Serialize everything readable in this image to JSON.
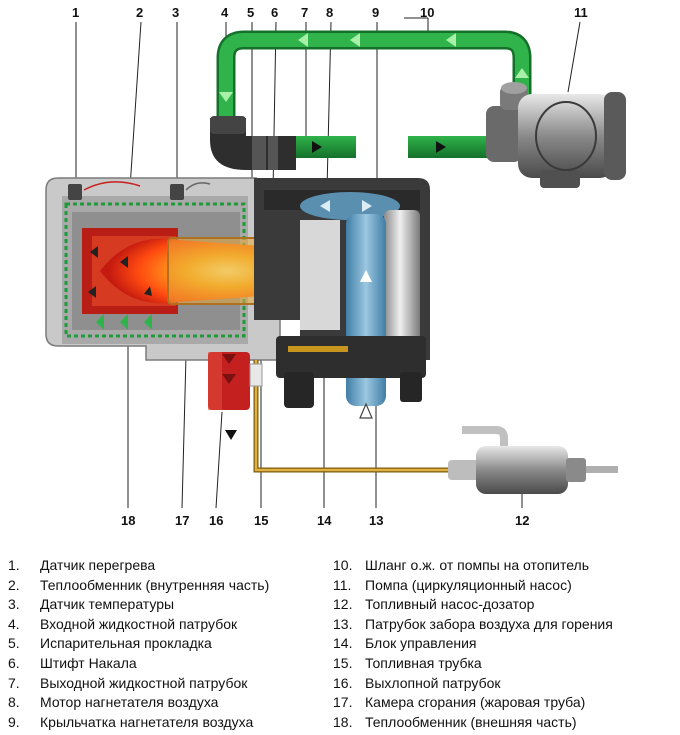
{
  "callouts": [
    "1",
    "2",
    "3",
    "4",
    "5",
    "6",
    "7",
    "8",
    "9",
    "10",
    "11",
    "12",
    "13",
    "14",
    "15",
    "16",
    "17",
    "18"
  ],
  "legend": [
    {
      "num": "1.",
      "text": "Датчик перегрева"
    },
    {
      "num": "2.",
      "text": "Теплообменник (внутренняя часть)"
    },
    {
      "num": "3.",
      "text": "Датчик температуры"
    },
    {
      "num": "4.",
      "text": "Входной жидкостной патрубок"
    },
    {
      "num": "5.",
      "text": "Испарительная прокладка"
    },
    {
      "num": "6.",
      "text": "Штифт Накала"
    },
    {
      "num": "7.",
      "text": "Выходной жидкостной патрубок"
    },
    {
      "num": "8.",
      "text": "Мотор нагнетателя воздуха"
    },
    {
      "num": "9.",
      "text": "Крыльчатка нагнетателя воздуха"
    },
    {
      "num": "10.",
      "text": "Шланг о.ж. от помпы на отопитель"
    },
    {
      "num": "11.",
      "text": "Помпа (циркуляционный насос)"
    },
    {
      "num": "12.",
      "text": "Топливный насос-дозатор"
    },
    {
      "num": "13.",
      "text": "Патрубок забора воздуха для горения"
    },
    {
      "num": "14.",
      "text": "Блок управления"
    },
    {
      "num": "15.",
      "text": "Топливная трубка"
    },
    {
      "num": "16.",
      "text": "Выхлопной патрубок"
    },
    {
      "num": "17.",
      "text": "Камера сгорания (жаровая труба)"
    },
    {
      "num": "18.",
      "text": "Теплообменник (внешняя часть)"
    }
  ],
  "colors": {
    "coolant": "#1f9a3a",
    "coolant_arrow": "#8fe08f",
    "flame": "#ff5a1a",
    "exhaust": "#c42020",
    "air_tube": "#6aa6c8",
    "fuel_line": "#c8961e",
    "body_dark": "#3a3a3a",
    "body_light": "#c9c9c9"
  }
}
